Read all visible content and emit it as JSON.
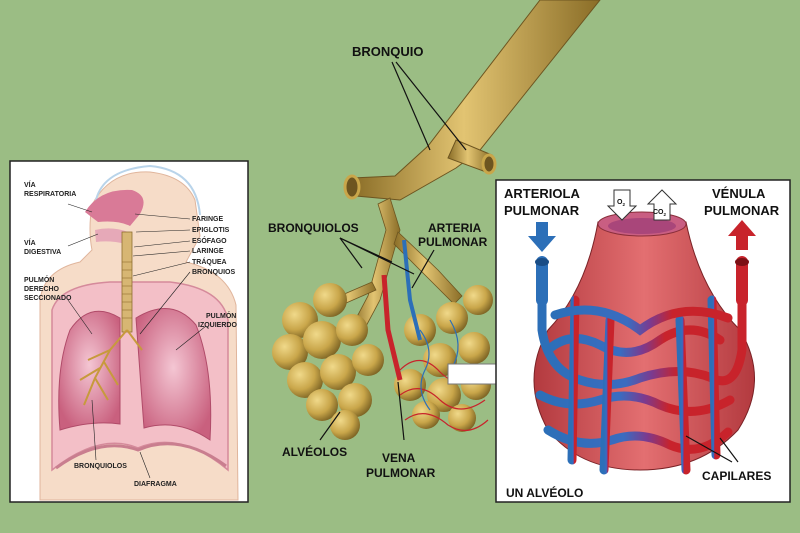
{
  "torso_panel": {
    "labels": {
      "via_respiratoria_1": "VÍA",
      "via_respiratoria_2": "RESPIRATORIA",
      "via_digestiva_1": "VÍA",
      "via_digestiva_2": "DIGESTIVA",
      "faringe": "FARINGE",
      "epiglotis": "EPIGLOTIS",
      "esofago": "ESÓFAGO",
      "laringe": "LARINGE",
      "traquea": "TRÁQUEA",
      "bronquios": "BRONQUIOS",
      "pulmon_derecho_1": "PULMÓN",
      "pulmon_derecho_2": "DERECHO",
      "pulmon_derecho_3": "SECCIONADO",
      "pulmon_izquierdo_1": "PULMÓN",
      "pulmon_izquierdo_2": "IZQUIERDO",
      "bronquiolos": "BRONQUIOLOS",
      "diafragma": "DIAFRAGMA"
    }
  },
  "tree_panel": {
    "labels": {
      "bronquio": "BRONQUIO",
      "bronquiolos": "BRONQUIOLOS",
      "arteria_1": "ARTERIA",
      "arteria_2": "PULMONAR",
      "alveolos": "ALVÉOLOS",
      "vena_1": "VENA",
      "vena_2": "PULMONAR"
    }
  },
  "alveolus_panel": {
    "labels": {
      "arteriola_1": "ARTERIOLA",
      "arteriola_2": "PULMONAR",
      "venula_1": "VÉNULA",
      "venula_2": "PULMONAR",
      "o2": "O",
      "co2": "CO",
      "subscript": "2",
      "capilares": "CAPILARES",
      "un_alveolo": "UN ALVÉOLO"
    }
  },
  "colors": {
    "background": "#9bbd84",
    "artery_blue": "#2c6fb8",
    "vein_red": "#c8232b",
    "bronchus_gold": "#c9a64a",
    "alveolus_pink": "#d95a5f"
  }
}
